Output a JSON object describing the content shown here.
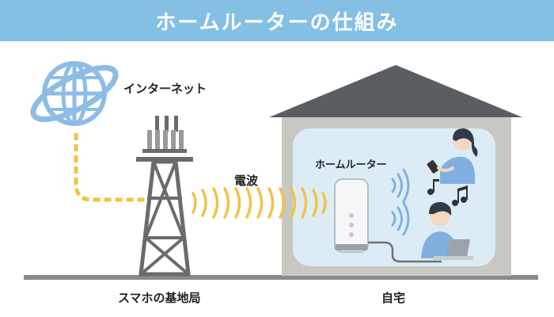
{
  "header": {
    "title": "ホームルーターの仕組み"
  },
  "labels": {
    "internet": "インターネット",
    "radio_wave": "電波",
    "home_router": "ホームルーター",
    "base_station": "スマホの基地局",
    "home": "自宅"
  },
  "icons": [
    "globe-icon",
    "cell-tower-icon",
    "router-icon",
    "wifi-signal-icon",
    "music-note-icon",
    "laptop-icon",
    "smartphone-icon"
  ],
  "colors": {
    "banner": "#85bfe4",
    "roof": "#5a5d61",
    "wall": "#c8c7c2",
    "interior": "#dcecf7",
    "ground": "#8a8a8a",
    "signal": "#f2c247",
    "globe": "#8dbde6",
    "tower": "#6b6b6b",
    "person_shirt": "#7fb0e0"
  }
}
